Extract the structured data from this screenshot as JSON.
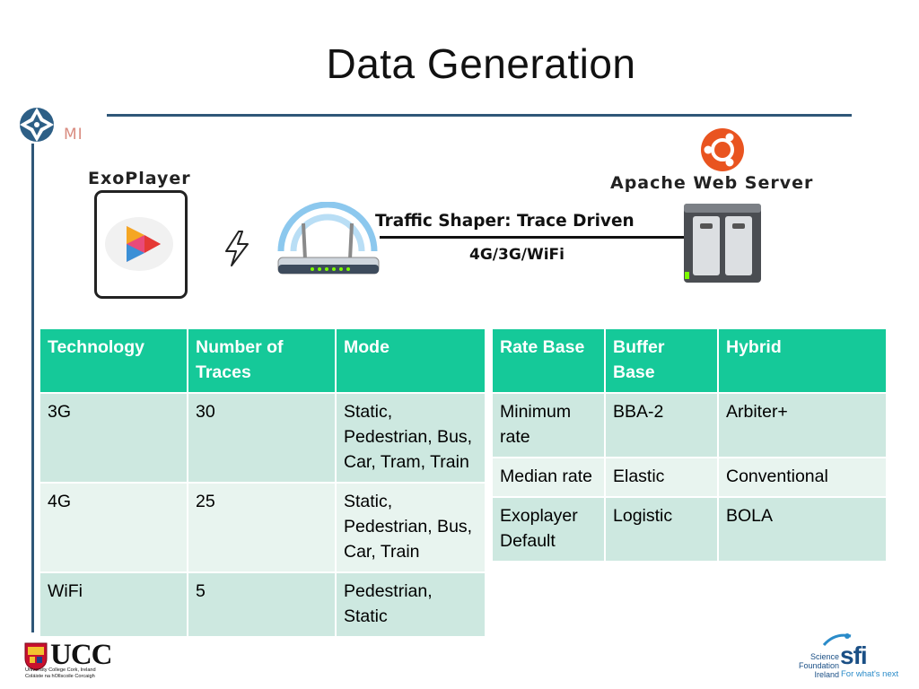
{
  "slide": {
    "title": "Data Generation",
    "mi_logo_text": "MI"
  },
  "diagram": {
    "client_label": "ExoPlayer",
    "server_label": "Apache Web Server",
    "shaper_label": "Traffic Shaper: Trace Driven",
    "network_label": "4G/3G/WiFi"
  },
  "table_traces": {
    "headers": [
      "Technology",
      "Number of Traces",
      "Mode"
    ],
    "rows": [
      [
        "3G",
        "30",
        "Static, Pedestrian, Bus, Car, Tram, Train"
      ],
      [
        "4G",
        "25",
        "Static, Pedestrian, Bus, Car, Train"
      ],
      [
        "WiFi",
        "5",
        "Pedestrian, Static"
      ]
    ]
  },
  "table_algorithms": {
    "headers": [
      "Rate Base",
      "Buffer Base",
      "Hybrid"
    ],
    "rows": [
      [
        "Minimum rate",
        "BBA-2",
        "Arbiter+"
      ],
      [
        "Median rate",
        "Elastic",
        "Conventional"
      ],
      [
        "Exoplayer Default",
        "Logistic",
        "BOLA"
      ]
    ]
  },
  "footer": {
    "ucc_word": "UCC",
    "ucc_line1": "University College Cork, Ireland",
    "ucc_line2": "Coláiste na hOllscoile Corcaigh",
    "sfi_line1": "Science",
    "sfi_line2": "Foundation",
    "sfi_line3": "Ireland",
    "sfi_word": "sfi",
    "sfi_tagline": "For what's next"
  },
  "colors": {
    "table_header": "#15c999",
    "row_dark": "#cde8e0",
    "row_light": "#e8f4ef",
    "rule": "#2f5778"
  }
}
